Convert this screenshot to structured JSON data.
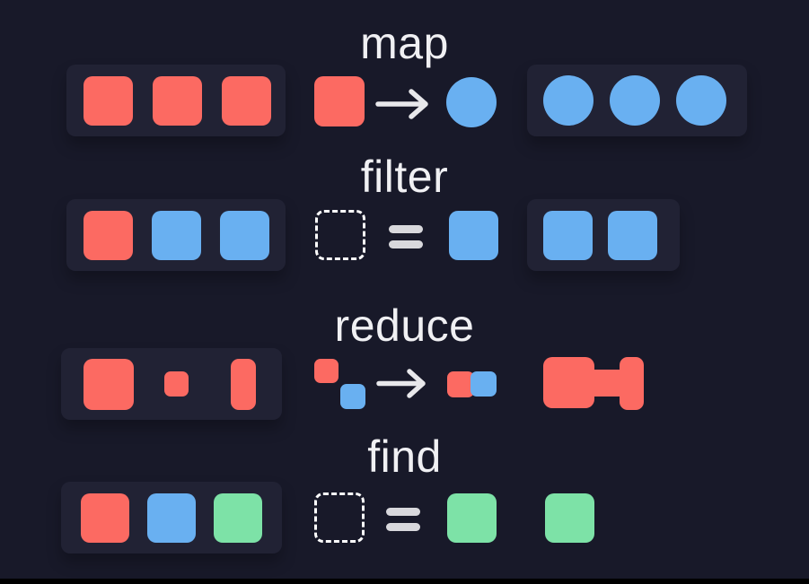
{
  "colors": {
    "background": "#181929",
    "panel": "#212234",
    "red": "#fc6a62",
    "blue": "#69b0f1",
    "green": "#7de2a7",
    "text": "#f0f0f3",
    "arrow": "#e8e8eb",
    "equals": "#d8d8dc",
    "dashed": "#ffffff",
    "bottom_bar": "#000000"
  },
  "rows": [
    {
      "id": "map",
      "label": "map",
      "input": [
        {
          "type": "square",
          "color": "red"
        },
        {
          "type": "square",
          "color": "red"
        },
        {
          "type": "square",
          "color": "red"
        }
      ],
      "transform_from": [
        {
          "type": "square",
          "color": "red"
        }
      ],
      "transform_to": [
        {
          "type": "circle",
          "color": "blue"
        }
      ],
      "output": [
        {
          "type": "circle",
          "color": "blue"
        },
        {
          "type": "circle",
          "color": "blue"
        },
        {
          "type": "circle",
          "color": "blue"
        }
      ]
    },
    {
      "id": "filter",
      "label": "filter",
      "input": [
        {
          "type": "square",
          "color": "red"
        },
        {
          "type": "square",
          "color": "blue"
        },
        {
          "type": "square",
          "color": "blue"
        }
      ],
      "condition_match": [
        {
          "type": "square",
          "color": "blue"
        }
      ],
      "output": [
        {
          "type": "square",
          "color": "blue"
        },
        {
          "type": "square",
          "color": "blue"
        }
      ]
    },
    {
      "id": "reduce",
      "label": "reduce",
      "input": [
        {
          "type": "square",
          "color": "red",
          "variant": "big"
        },
        {
          "type": "square",
          "color": "red",
          "variant": "small"
        },
        {
          "type": "square",
          "color": "red",
          "variant": "tall"
        }
      ],
      "combine_pair": [
        {
          "type": "square",
          "color": "red",
          "variant": "mini"
        },
        {
          "type": "square",
          "color": "blue",
          "variant": "mini"
        }
      ],
      "combined_pair": [
        {
          "type": "square",
          "color": "red",
          "variant": "mini"
        },
        {
          "type": "square",
          "color": "blue",
          "variant": "mini"
        }
      ],
      "output_merged": [
        {
          "type": "part",
          "color": "red",
          "variant": "m-big"
        },
        {
          "type": "part",
          "color": "red",
          "variant": "m-conn"
        },
        {
          "type": "part",
          "color": "red",
          "variant": "m-tall"
        }
      ]
    },
    {
      "id": "find",
      "label": "find",
      "input": [
        {
          "type": "square",
          "color": "red"
        },
        {
          "type": "square",
          "color": "blue"
        },
        {
          "type": "square",
          "color": "green"
        }
      ],
      "condition_match": [
        {
          "type": "square",
          "color": "green"
        }
      ],
      "output": [
        {
          "type": "square",
          "color": "green"
        }
      ]
    }
  ]
}
